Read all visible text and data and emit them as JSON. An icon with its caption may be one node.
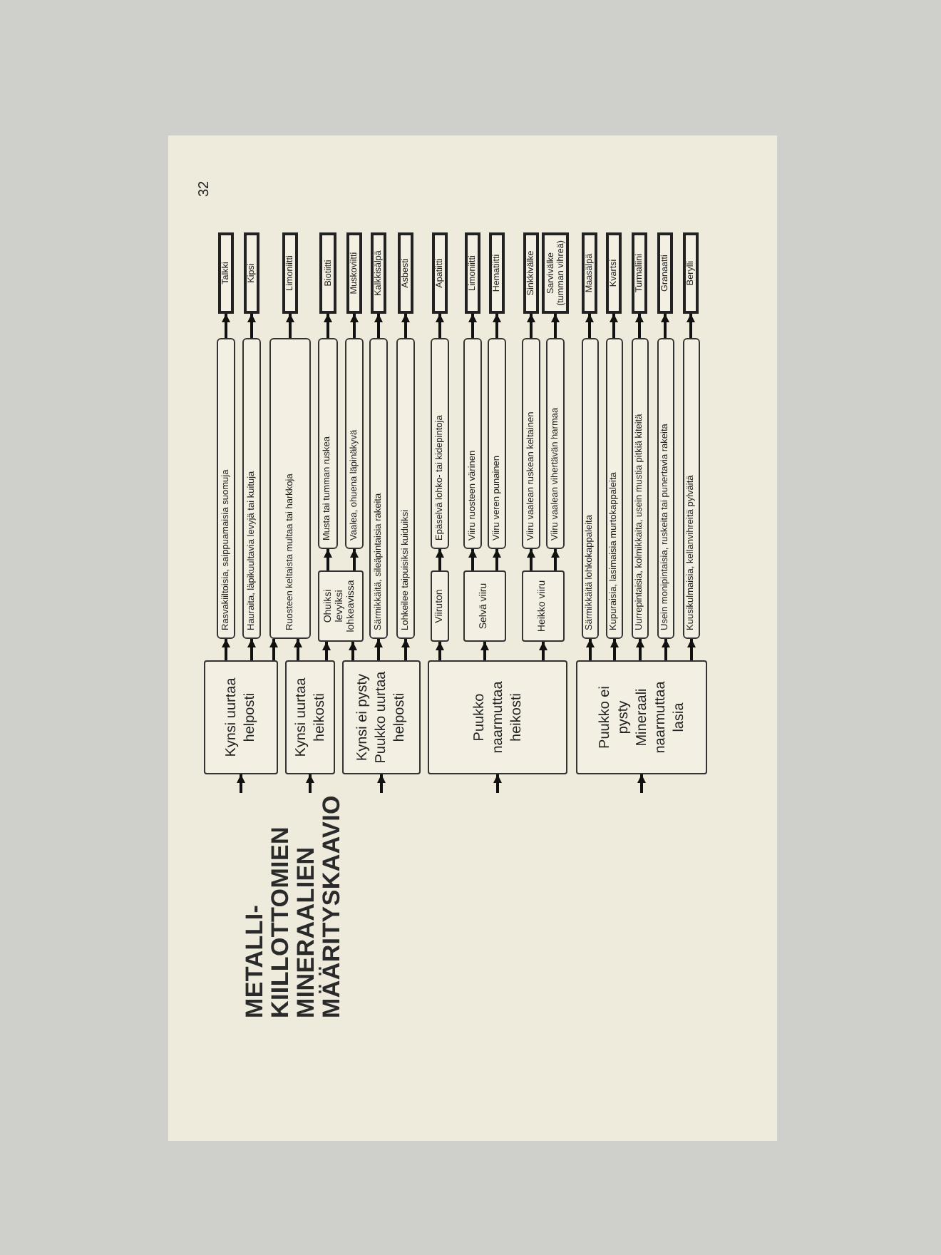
{
  "diagram": {
    "title": "METALLI- KIILLOTTOMIEN MINERAALIEN MÄÄRITYSKAAVIO",
    "nodes": [
      {
        "text": [
          "Kynsi uurtaa helposti"
        ]
      },
      {
        "text": [
          "Rasvakiiltoisia, saippuamaisia suomuja"
        ]
      },
      {
        "text": [
          "Talkki"
        ]
      },
      {
        "text": [
          "Hauraita, läpikuultavia levyjä tai kuituja"
        ]
      },
      {
        "text": [
          "Kipsi"
        ]
      },
      {
        "text": [
          "Kynsi uurtaa heikosti"
        ]
      },
      {
        "text": [
          "Ruosteen keltaista multaa tai harkkoja"
        ]
      },
      {
        "text": [
          "Limoniitti"
        ]
      },
      {
        "text": [
          "Kynsi ei pysty",
          "Puukko uurtaa helposti"
        ]
      },
      {
        "text": [
          "Ohuiksi levyiksi lohkeavissa"
        ]
      },
      {
        "text": [
          "Musta tai tumman ruskea"
        ]
      },
      {
        "text": [
          "Biotiitti"
        ]
      },
      {
        "text": [
          "Vaalea, ohuena läpinäkyvä"
        ]
      },
      {
        "text": [
          "Muskoviitti"
        ]
      },
      {
        "text": [
          "Särmikkäitä, sileäpintaisia rakeita"
        ]
      },
      {
        "text": [
          "Kalkkisälpä"
        ]
      },
      {
        "text": [
          "Lohkeilee taipuisiksi kuiduiksi"
        ]
      },
      {
        "text": [
          "Asbesti"
        ]
      },
      {
        "text": [
          "Puukko naarmuttaa heikosti"
        ]
      },
      {
        "text": [
          "Viiruton"
        ]
      },
      {
        "text": [
          "Epäselvä lohko- tai kidepintoja"
        ]
      },
      {
        "text": [
          "Apatiitti"
        ]
      },
      {
        "text": [
          "Selvä viiru"
        ]
      },
      {
        "text": [
          "Viiru ruosteen värinen"
        ]
      },
      {
        "text": [
          "Limoniitti"
        ]
      },
      {
        "text": [
          "Viiru veren punainen"
        ]
      },
      {
        "text": [
          "Hematiitti"
        ]
      },
      {
        "text": [
          "Heikko viiru"
        ]
      },
      {
        "text": [
          "Viiru vaalean ruskean keltainen"
        ]
      },
      {
        "text": [
          "Sinkkivälke"
        ]
      },
      {
        "text": [
          "Viiru vaalean vihertävän harmaa"
        ]
      },
      {
        "text": [
          "Sarvivälke (tumman vihreä)"
        ]
      },
      {
        "text": [
          "Puukko ei pysty",
          "Mineraali naarmuttaa lasia"
        ]
      },
      {
        "text": [
          "Särmikkäitä lohkokappaleita"
        ]
      },
      {
        "text": [
          "Maasälpä"
        ]
      },
      {
        "text": [
          "Kupuraisia, lasimaisia murtokappaleita"
        ]
      },
      {
        "text": [
          "Kvartsi"
        ]
      },
      {
        "text": [
          "Uurrepintaisia, kolmikkaita, usein mustia pitkiä kiteitä"
        ]
      },
      {
        "text": [
          "Turmaliini"
        ]
      },
      {
        "text": [
          "Usein monipintaisia, ruskeita tai punertavia rakeita"
        ]
      },
      {
        "text": [
          "Granaatti"
        ]
      },
      {
        "text": [
          "Kuusikulmaisia, kellanvihreitä pylväitä"
        ]
      },
      {
        "text": [
          "Berylli"
        ]
      }
    ],
    "edges": [
      {
        "from": null,
        "to": 0,
        "arrow": "to"
      },
      {
        "from": null,
        "to": 5,
        "arrow": "to"
      },
      {
        "from": null,
        "to": 8,
        "arrow": "to"
      },
      {
        "from": null,
        "to": 18,
        "arrow": "to"
      },
      {
        "from": null,
        "to": 32,
        "arrow": "to"
      },
      {
        "from": 0,
        "to": 1,
        "arrow": "to"
      },
      {
        "from": 1,
        "to": 2,
        "arrow": "to"
      },
      {
        "from": 0,
        "to": 3,
        "arrow": "to"
      },
      {
        "from": 3,
        "to": 4,
        "arrow": "to"
      },
      {
        "from": 0,
        "to": 6,
        "arrow": "to"
      },
      {
        "from": 5,
        "to": 6,
        "arrow": "to"
      },
      {
        "from": 6,
        "to": 7,
        "arrow": "to"
      },
      {
        "from": 5,
        "to": 9,
        "arrow": "to"
      },
      {
        "from": 8,
        "to": 9,
        "arrow": "to"
      },
      {
        "from": 9,
        "to": 10,
        "arrow": "to"
      },
      {
        "from": 10,
        "to": 11,
        "arrow": "to"
      },
      {
        "from": 9,
        "to": 12,
        "arrow": "to"
      },
      {
        "from": 12,
        "to": 13,
        "arrow": "to"
      },
      {
        "from": 8,
        "to": 14,
        "arrow": "to"
      },
      {
        "from": 14,
        "to": 15,
        "arrow": "to"
      },
      {
        "from": 8,
        "to": 16,
        "arrow": "to"
      },
      {
        "from": 16,
        "to": 17,
        "arrow": "to"
      },
      {
        "from": 18,
        "to": 19,
        "arrow": "to"
      },
      {
        "from": 19,
        "to": 20,
        "arrow": "to"
      },
      {
        "from": 20,
        "to": 21,
        "arrow": "to"
      },
      {
        "from": 18,
        "to": 22,
        "arrow": "to"
      },
      {
        "from": 22,
        "to": 23,
        "arrow": "to"
      },
      {
        "from": 23,
        "to": 24,
        "arrow": "to"
      },
      {
        "from": 22,
        "to": 25,
        "arrow": "to"
      },
      {
        "from": 25,
        "to": 26,
        "arrow": "to"
      },
      {
        "from": 18,
        "to": 27,
        "arrow": "to"
      },
      {
        "from": 27,
        "to": 28,
        "arrow": "to"
      },
      {
        "from": 28,
        "to": 29,
        "arrow": "to"
      },
      {
        "from": 27,
        "to": 30,
        "arrow": "to"
      },
      {
        "from": 30,
        "to": 31,
        "arrow": "to"
      },
      {
        "from": 32,
        "to": 33,
        "arrow": "to"
      },
      {
        "from": 33,
        "to": 34,
        "arrow": "to"
      },
      {
        "from": 32,
        "to": 35,
        "arrow": "to"
      },
      {
        "from": 35,
        "to": 36,
        "arrow": "to"
      },
      {
        "from": 32,
        "to": 37,
        "arrow": "to"
      },
      {
        "from": 37,
        "to": 38,
        "arrow": "to"
      },
      {
        "from": 32,
        "to": 39,
        "arrow": "to"
      },
      {
        "from": 39,
        "to": 40,
        "arrow": "to"
      },
      {
        "from": 32,
        "to": 41,
        "arrow": "to"
      },
      {
        "from": 41,
        "to": 42,
        "arrow": "to"
      }
    ],
    "labels": [
      "32"
    ]
  }
}
